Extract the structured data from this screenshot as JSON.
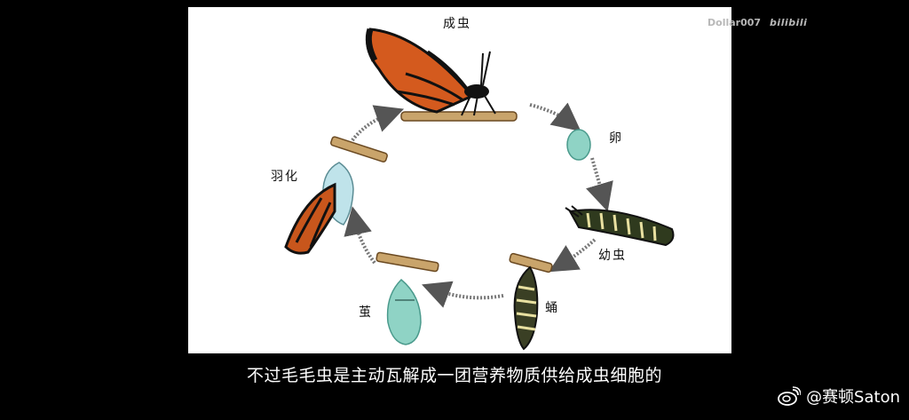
{
  "video": {
    "watermark_author": "Dollar007",
    "watermark_platform": "bilibili",
    "subtitle": "不过毛毛虫是主动瓦解成一团营养物质供给成虫细胞的",
    "account": "@赛顿Saton",
    "account_icon": "weibo-icon"
  },
  "diagram": {
    "stages": {
      "adult": "成虫",
      "egg": "卵",
      "larva": "幼虫",
      "pupa": "蛹",
      "cocoon": "茧",
      "eclosion": "羽化"
    }
  }
}
